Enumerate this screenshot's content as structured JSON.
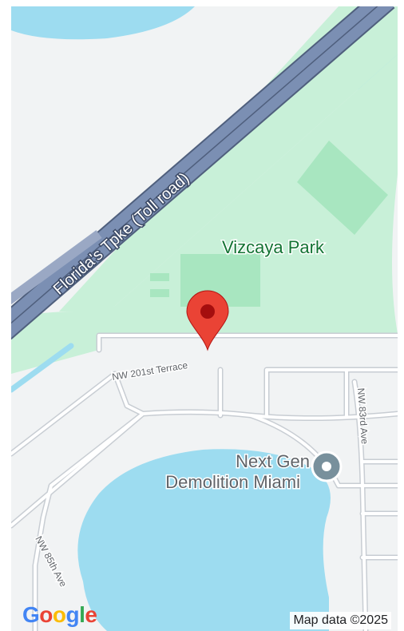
{
  "map": {
    "park_label": "Vizcaya Park",
    "highway_label": "Florida's Tpke (Toll road)",
    "street_labels": {
      "nw201": "NW 201st Terrace",
      "nw83": "NW 83rd Ave",
      "nw85": "NW 85th Ave"
    },
    "poi": {
      "name_line1": "Next Gen",
      "name_line2": "Demolition Miami"
    },
    "colors": {
      "land": "#f1f3f4",
      "park": "#c8f0d8",
      "park_feature": "#a8e6c0",
      "water": "#9ddcf0",
      "highway": "#7b8fb3",
      "highway_edge": "#4f5f7d",
      "road": "#ffffff",
      "road_outline": "#c8cdd3",
      "pin": "#ea4335",
      "pin_dot": "#a50e0e",
      "park_text": "#137333",
      "poi_icon": "#78909c"
    },
    "marker_icon": "map-pin-icon",
    "poi_icon": "location-dot-icon"
  },
  "attribution": {
    "logo_letters": [
      "G",
      "o",
      "o",
      "g",
      "l",
      "e"
    ],
    "logo_colors": [
      "#4285f4",
      "#ea4335",
      "#fbbc05",
      "#4285f4",
      "#34a853",
      "#ea4335"
    ],
    "map_data": "Map data ©2025"
  }
}
